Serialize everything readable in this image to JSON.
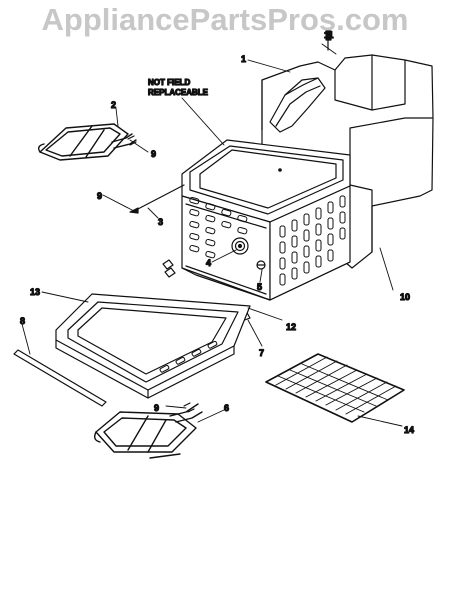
{
  "watermark": "AppliancePartsPros.com",
  "note": {
    "line1": "NOT FIELD",
    "line2": "REPLACEABLE"
  },
  "callouts": {
    "c1": "1",
    "c2": "2",
    "c3": "3",
    "c4": "4",
    "c5": "5",
    "c6": "6",
    "c7": "7",
    "c8": "8",
    "c9a": "9",
    "c9b": "9",
    "c9c": "9",
    "c10": "10",
    "c11": "11",
    "c12": "12",
    "c13": "13",
    "c14": "14"
  }
}
